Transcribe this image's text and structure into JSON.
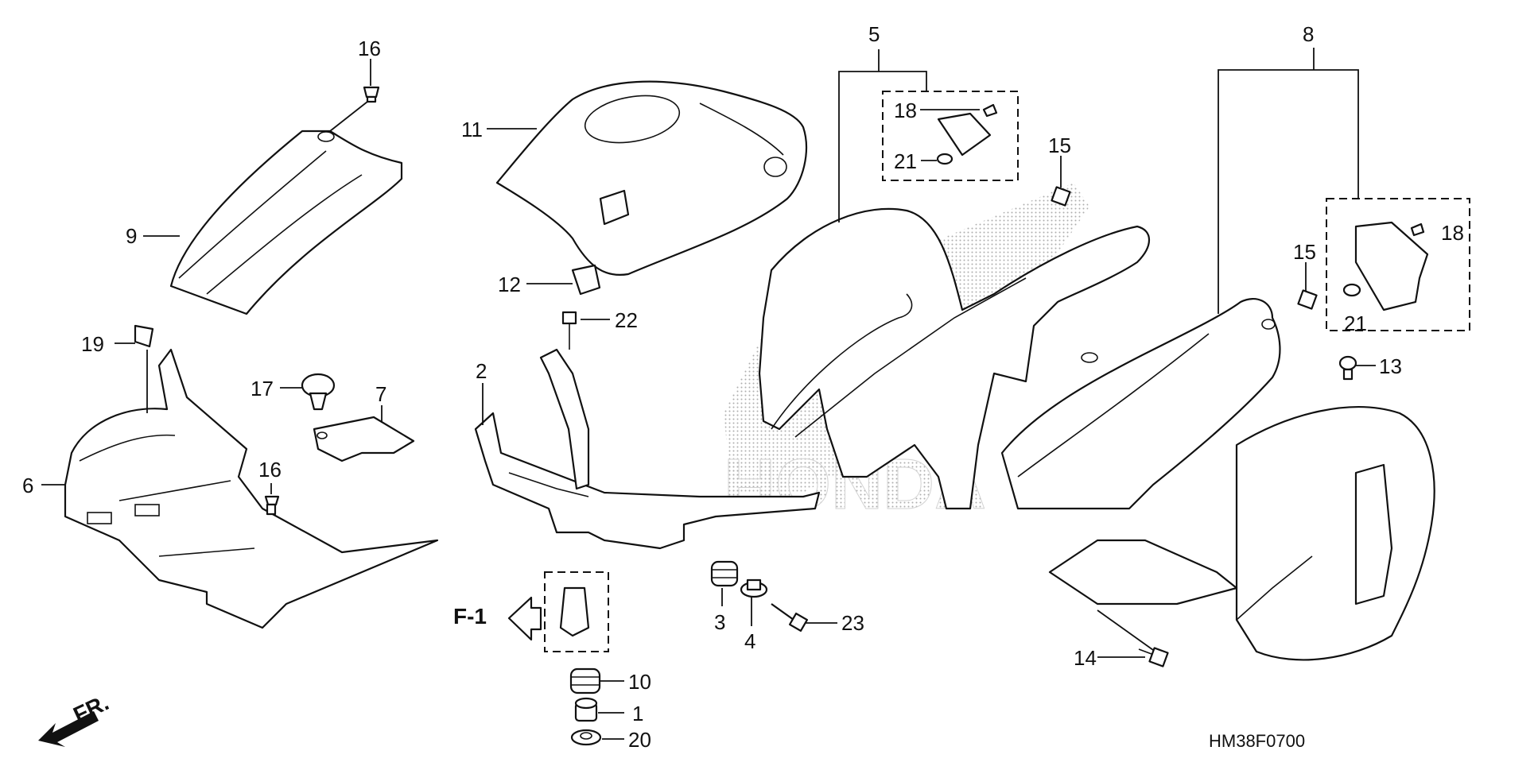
{
  "diagram": {
    "code": "HM38F0700",
    "callout_labels": [
      "1",
      "2",
      "3",
      "4",
      "5",
      "6",
      "7",
      "8",
      "9",
      "10",
      "11",
      "12",
      "13",
      "14",
      "15",
      "16",
      "17",
      "18",
      "19",
      "20",
      "21",
      "22",
      "23"
    ],
    "reference_label": "F-1",
    "direction_label": "FR.",
    "watermark_text": "HONDA",
    "labels": {
      "l5": "5",
      "l8": "8",
      "l16a": "16",
      "l16b": "16",
      "l11": "11",
      "l9": "9",
      "l12": "12",
      "l22": "22",
      "l19": "19",
      "l17": "17",
      "l7": "7",
      "l6": "6",
      "l2": "2",
      "l18a": "18",
      "l21a": "21",
      "l15a": "15",
      "l15b": "15",
      "l18b": "18",
      "l21b": "21",
      "l13": "13",
      "l3": "3",
      "l4": "4",
      "l23": "23",
      "l14": "14",
      "l10": "10",
      "l1": "1",
      "l20": "20"
    }
  }
}
